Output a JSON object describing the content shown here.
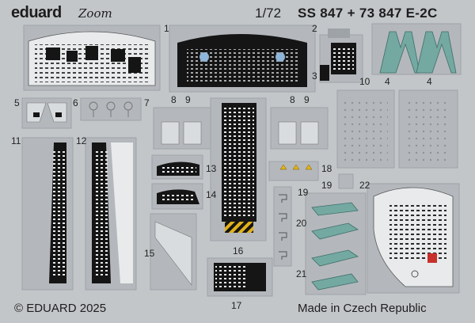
{
  "header": {
    "brand": "eduard",
    "brand_line": "Zoom",
    "scale": "1/72",
    "product_code": "SS 847 + 73 847 E-2C"
  },
  "footer": {
    "copyright": "© EDUARD 2025",
    "origin": "Made in Czech Republic"
  },
  "part_numbers": {
    "p1": "1",
    "p2": "2",
    "p3": "3",
    "p4a": "4",
    "p4b": "4",
    "p5": "5",
    "p6": "6",
    "p7": "7",
    "p8a": "8",
    "p9a": "9",
    "p8b": "8",
    "p9b": "9",
    "p10": "10",
    "p11": "11",
    "p12": "12",
    "p13": "13",
    "p14": "14",
    "p15": "15",
    "p16": "16",
    "p17": "17",
    "p18": "18",
    "p19a": "19",
    "p19b": "19",
    "p20": "20",
    "p21": "21",
    "p22": "22"
  },
  "colors": {
    "fret": "#c3c6c9",
    "part": "#b4b8bc",
    "part_edge": "#9ea3a8",
    "panel_black": "#151515",
    "panel_light": "#e8eaeb",
    "belt_green": "#74a9a2",
    "warning_yellow": "#e2b21a",
    "warning_red": "#c8312b"
  }
}
